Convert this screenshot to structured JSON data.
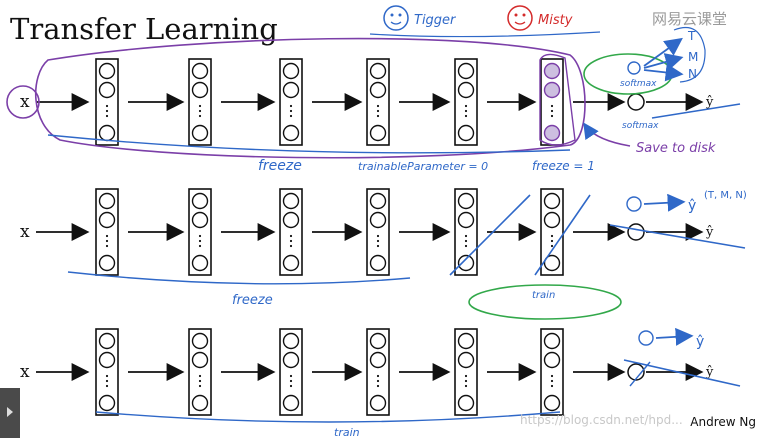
{
  "slide": {
    "title": "Transfer Learning",
    "author": "Andrew Ng",
    "brand_watermark": "网易云课堂",
    "url_watermark": "https://blog.csdn.net/hpd..."
  },
  "characters": [
    {
      "name": "Tigger",
      "color": "#2f68c8"
    },
    {
      "name": "Misty",
      "color": "#d42b2b"
    }
  ],
  "rows": [
    {
      "input_label": "x",
      "output_label": "ŷ"
    },
    {
      "input_label": "x",
      "output_label": "ŷ",
      "new_output_label": "ŷ",
      "new_output_note": "(T, M, N)"
    },
    {
      "input_label": "x",
      "output_label": "ŷ",
      "new_output_label": "ŷ"
    }
  ],
  "annotations": {
    "freeze_row1": "freeze",
    "trainable_param": "trainableParameter = 0",
    "freeze_flag": "freeze = 1",
    "softmax_top": "softmax",
    "softmax_bottom": "softmax",
    "classes": [
      "T",
      "M",
      "N"
    ],
    "save_to_disk": "Save to disk",
    "freeze_row2": "freeze",
    "train_row2": "train",
    "train_row3": "train"
  },
  "colors": {
    "ink": "#111111",
    "blue_pen": "#2f68c8",
    "purple_pen": "#7b3fa8",
    "green_pen": "#32a84a",
    "red_pen": "#d42b2b"
  }
}
